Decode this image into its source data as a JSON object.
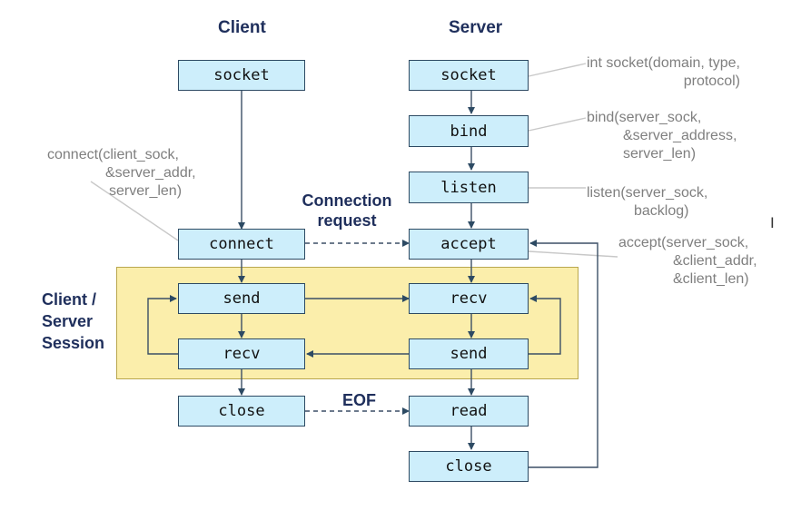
{
  "headers": {
    "client": "Client",
    "server": "Server"
  },
  "client_boxes": {
    "socket": "socket",
    "connect": "connect",
    "send": "send",
    "recv": "recv",
    "close": "close"
  },
  "server_boxes": {
    "socket": "socket",
    "bind": "bind",
    "listen": "listen",
    "accept": "accept",
    "recv": "recv",
    "send": "send",
    "read": "read",
    "close": "close"
  },
  "annotations": {
    "socket": [
      "int socket(domain, type,",
      "protocol)"
    ],
    "bind": [
      "bind(server_sock,",
      "&server_address,",
      "server_len)"
    ],
    "listen": [
      "listen(server_sock,",
      "backlog)"
    ],
    "accept": [
      "accept(server_sock,",
      "&client_addr,",
      "&client_len)"
    ],
    "connect": [
      "connect(client_sock,",
      "&server_addr,",
      "server_len)"
    ]
  },
  "labels": {
    "connection_request": [
      "Connection",
      "request"
    ],
    "eof": "EOF",
    "session": [
      "Client /",
      "Server",
      "Session"
    ]
  },
  "cursor_icon": "text-cursor-icon",
  "colors": {
    "box_fill": "#cdeefb",
    "session_fill": "#fbeeab",
    "heading": "#1f2f5c",
    "annotation": "#7f7f7f"
  }
}
